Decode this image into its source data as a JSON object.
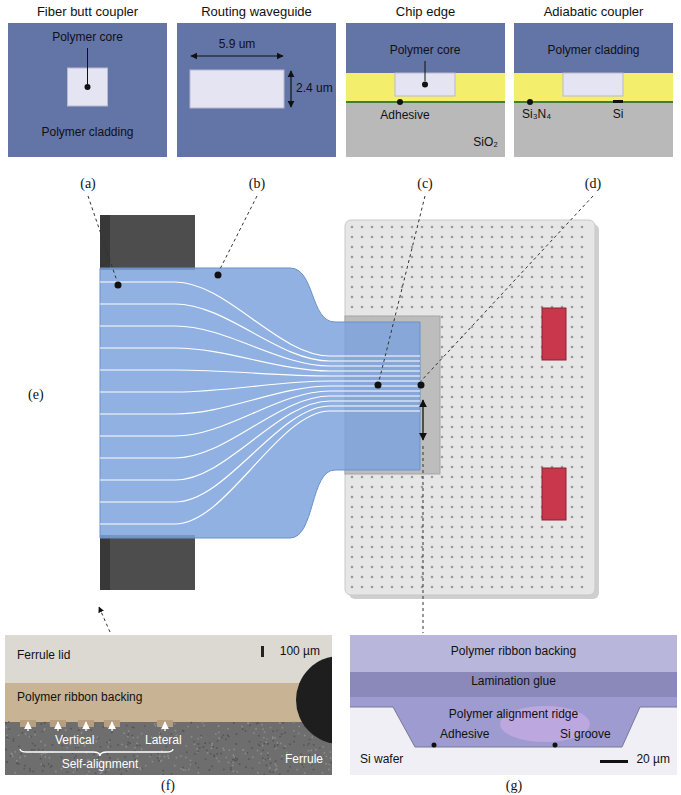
{
  "diagram": {
    "nodes": [
      {
        "text": [
          "Fiber butt coupler",
          "Polymer core",
          "Polymer cladding"
        ]
      },
      {
        "text": [
          "Routing waveguide",
          "5.9 um",
          "2.4 um"
        ]
      },
      {
        "text": [
          "Chip edge",
          "Polymer core",
          "Adhesive",
          "SiO₂"
        ]
      },
      {
        "text": [
          "Adiabatic coupler",
          "Polymer cladding",
          "Si₃N₄",
          "Si"
        ]
      },
      {
        "text": [
          "Ferrule lid",
          "Polymer ribbon backing",
          "Vertical",
          "Lateral",
          "Self-alignment",
          "Ferrule",
          "100 µm"
        ]
      },
      {
        "text": [
          "Polymer ribbon backing",
          "Lamination glue",
          "Polymer alignment ridge",
          "Adhesive",
          "Si groove",
          "Si wafer",
          "20 µm"
        ]
      }
    ],
    "labels": [
      "(a)",
      "(b)",
      "(c)",
      "(d)",
      "(e)",
      "(f)",
      "(g)"
    ]
  }
}
